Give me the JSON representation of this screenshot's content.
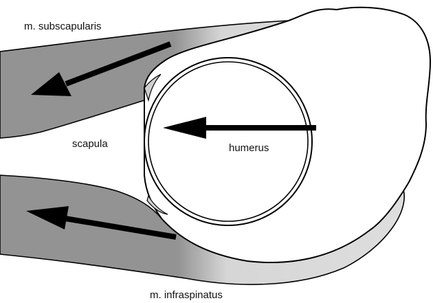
{
  "labels": {
    "subscapularis": "m. subscapularis",
    "scapula": "scapula",
    "humerus": "humerus",
    "infraspinatus": "m. infraspinatus"
  },
  "colors": {
    "muscle": "#939393",
    "tendon": "#dcdcdc",
    "arrow": "#000000",
    "outline": "#000000",
    "background": "#ffffff"
  }
}
